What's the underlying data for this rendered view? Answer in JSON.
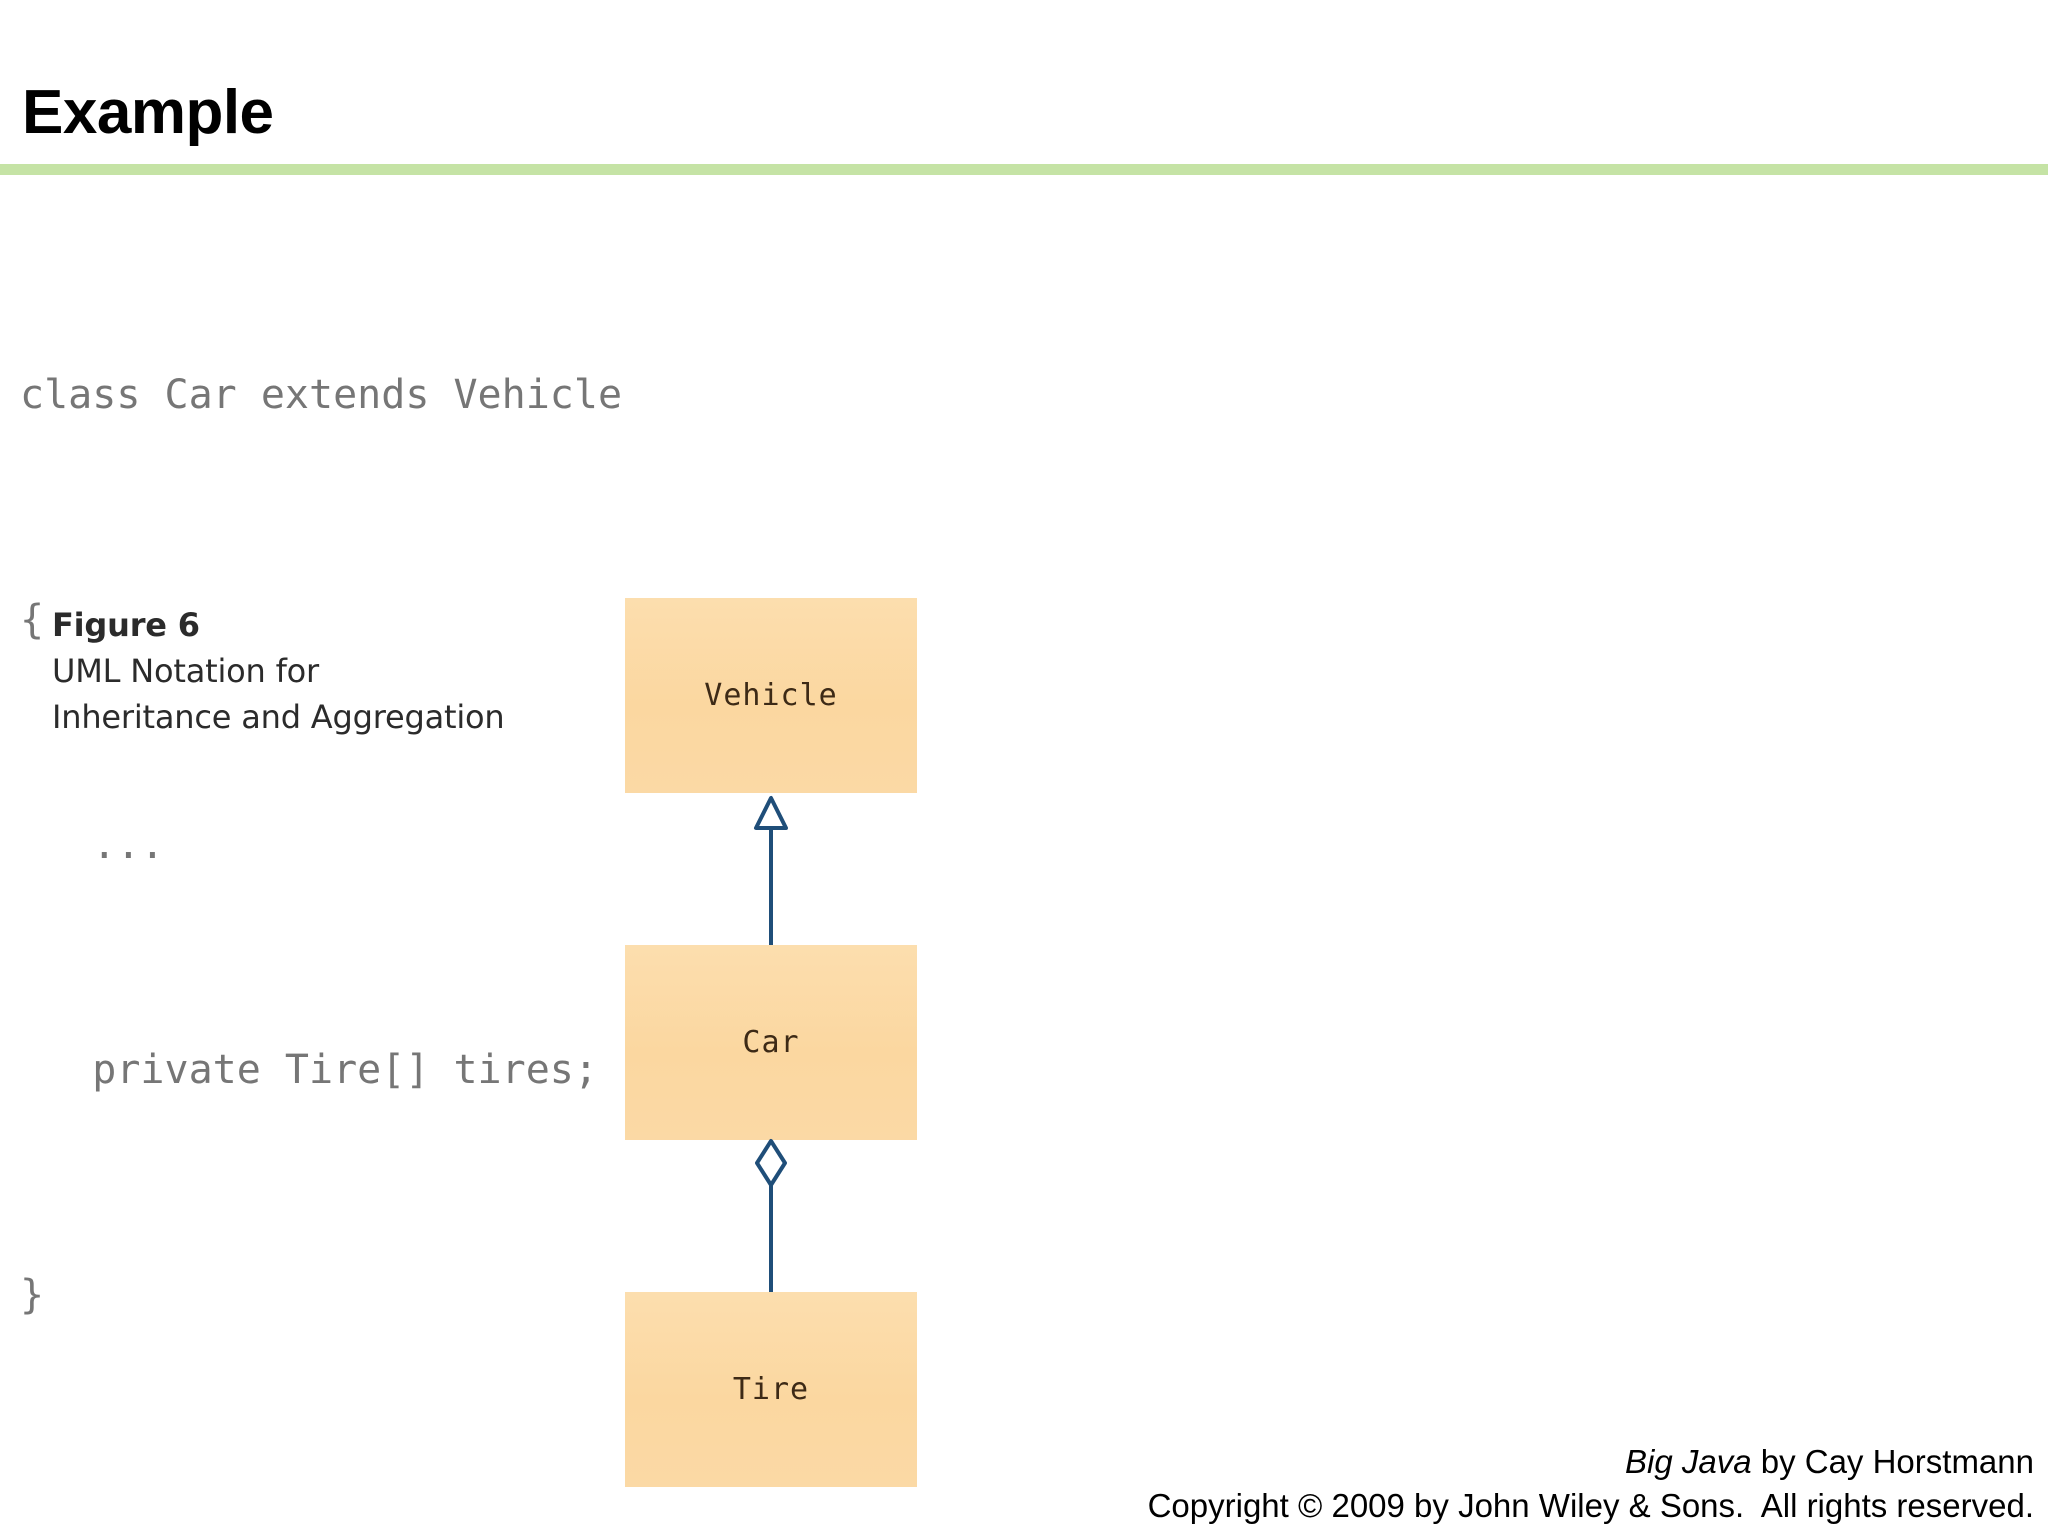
{
  "slide": {
    "title": "Example",
    "rule_color": "#c5e3a5"
  },
  "code": {
    "language": "java",
    "text_color": "#767676",
    "lines": [
      "class Car extends Vehicle",
      "{",
      "   ...",
      "   private Tire[] tires;",
      "}"
    ]
  },
  "figure": {
    "label": "Figure 6",
    "caption_line_1": "UML Notation for",
    "caption_line_2": "Inheritance and Aggregation"
  },
  "uml": {
    "box_fill": "#fbd9a3",
    "line_color": "#1f4e79",
    "boxes": [
      {
        "name": "vehicle",
        "label": "Vehicle"
      },
      {
        "name": "car",
        "label": "Car"
      },
      {
        "name": "tire",
        "label": "Tire"
      }
    ],
    "connectors": [
      {
        "name": "inheritance",
        "from": "Car",
        "to": "Vehicle",
        "marker": "hollow-triangle"
      },
      {
        "name": "aggregation",
        "from": "Tire",
        "to": "Car",
        "marker": "hollow-diamond"
      }
    ]
  },
  "footer": {
    "book_title": "Big Java",
    "byline": " by Cay Horstmann",
    "copyright": "Copyright © 2009 by John Wiley & Sons.  All rights reserved."
  }
}
